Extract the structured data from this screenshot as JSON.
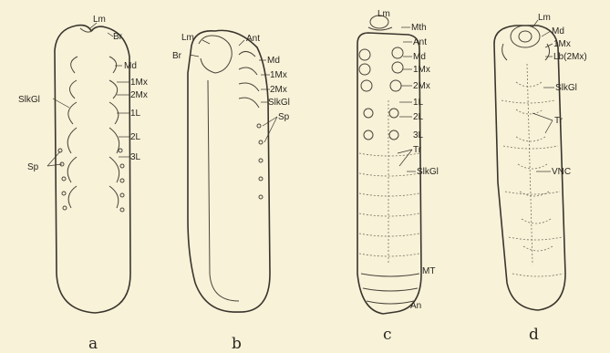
{
  "panels": {
    "a": {
      "letter": "a",
      "labels": {
        "lm": "Lm",
        "br": "Br",
        "md": "Md",
        "mx1": "1Mx",
        "mx2": "2Mx",
        "l1": "1L",
        "l2": "2L",
        "l3": "3L",
        "slkgl": "SlkGl",
        "sp": "Sp"
      }
    },
    "b": {
      "letter": "b",
      "labels": {
        "lm": "Lm",
        "ant": "Ant",
        "br": "Br",
        "md": "Md",
        "mx1": "1Mx",
        "mx2": "2Mx",
        "slkgl": "SlkGl",
        "sp": "Sp"
      }
    },
    "c": {
      "letter": "c",
      "labels": {
        "lm": "Lm",
        "mth": "Mth",
        "ant": "Ant",
        "md": "Md",
        "mx1": "1Mx",
        "mx2": "2Mx",
        "l1": "1L",
        "l2": "2L",
        "l3": "3L",
        "tr": "Tr",
        "slkgl": "SlkGl",
        "mt": "MT",
        "an": "An"
      }
    },
    "d": {
      "letter": "d",
      "labels": {
        "lm": "Lm",
        "md": "Md",
        "mx1": "1Mx",
        "lb": "Lb(2Mx)",
        "slkgl": "SlkGl",
        "tr": "Tr",
        "vnc": "VNC"
      }
    }
  }
}
